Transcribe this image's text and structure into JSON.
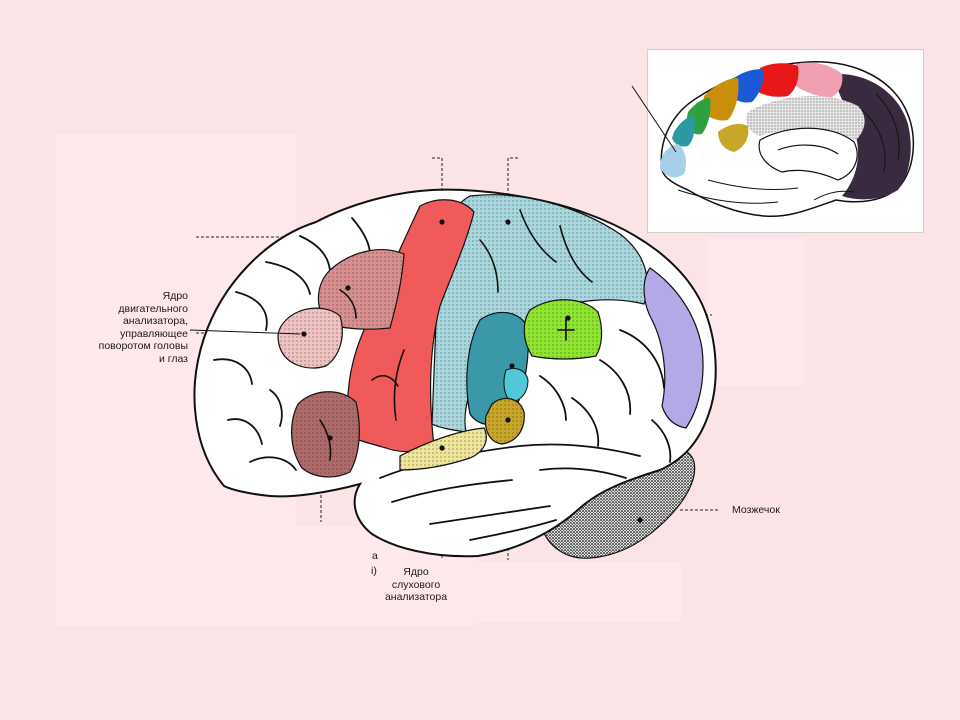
{
  "labels": {
    "motor_nucleus": "Ядро\nдвигательного\nанализатора,\nуправляющее\nповоротом головы\nи глаз",
    "cerebellum": "Мозжечок",
    "auditory_nucleus": "Ядро\nслухового\nанализатора",
    "fragment_a": "а",
    "fragment_b": "і)"
  },
  "colors": {
    "background": "#fbe4e6",
    "premotor_pink": "#d98f8f",
    "precentral_red": "#f05a5a",
    "parietal_blue": "#a8d8de",
    "teal": "#3a98a8",
    "cyan": "#4fc8d8",
    "green": "#8ee62e",
    "lavender": "#b4a8e6",
    "olive": "#c8a628",
    "yellow": "#efe69a",
    "light_pink": "#f0c2c2",
    "brown_rose": "#b06a6a"
  }
}
